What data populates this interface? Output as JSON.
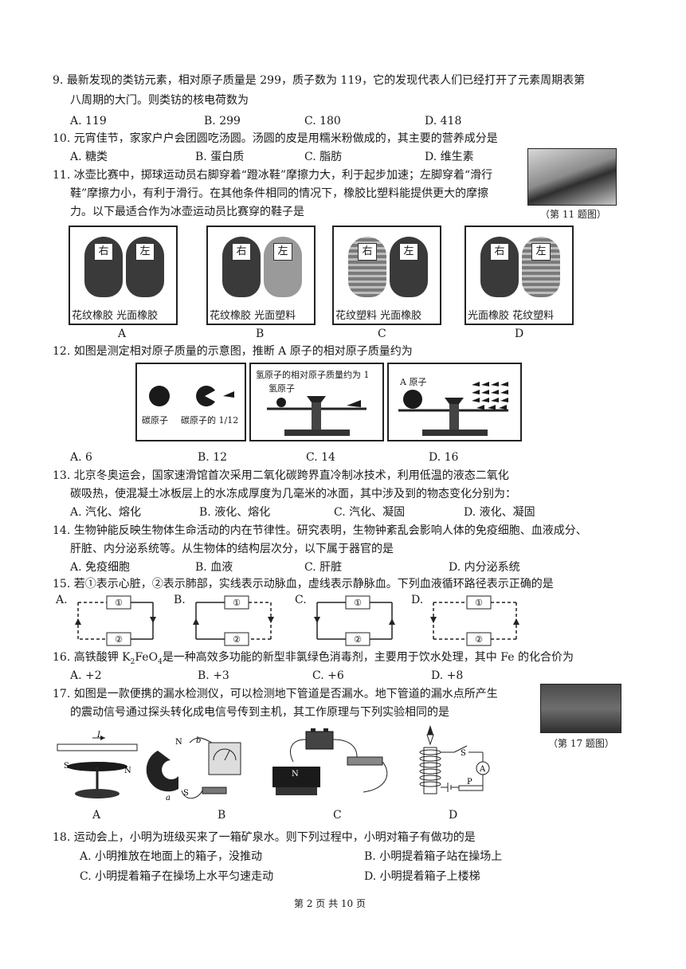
{
  "q9": {
    "line1": "9. 最新发现的类钫元素，相对原子质量是 299，质子数为 119，它的发现代表人们已经打开了元素周期表第",
    "line2": "八周期的大门。则类钫的核电荷数为",
    "options": [
      "A. 119",
      "B. 299",
      "C. 180",
      "D. 418"
    ]
  },
  "q10": {
    "line1": "10. 元宵佳节，家家户户会团圆吃汤圆。汤圆的皮是用糯米粉做成的，其主要的营养成分是",
    "options": [
      "A. 糖类",
      "B. 蛋白质",
      "C. 脂肪",
      "D. 维生素"
    ]
  },
  "q11": {
    "line1": "11. 冰壶比赛中，掷球运动员右脚穿着“蹬冰鞋”摩擦力大，利于起步加速；左脚穿着“滑行",
    "line2": "鞋”摩擦力小，有利于滑行。在其他条件相同的情况下，橡胶比塑料能提供更大的摩擦",
    "line3": "力。以下最适合作为冰壶运动员比赛穿的鞋子是",
    "fig_caption": "（第 11 题图）",
    "right_tag": "右",
    "left_tag": "左",
    "choices": [
      {
        "caption": "花纹橡胶  光面橡胶",
        "letter": "A"
      },
      {
        "caption": "花纹橡胶  光面塑料",
        "letter": "B"
      },
      {
        "caption": "花纹塑料  光面橡胶",
        "letter": "C"
      },
      {
        "caption": "光面橡胶  花纹塑料",
        "letter": "D"
      }
    ]
  },
  "q12": {
    "line1": "12. 如图是测定相对原子质量的示意图，推断 A 原子的相对原子质量约为",
    "carbon_atom": "碳原子",
    "carbon_fraction": "碳原子的 1/12",
    "hydrogen_title": "氢原子的相对原子质量约为 1",
    "hydrogen_atom": "氢原子",
    "a_atom": "A 原子",
    "options": [
      "A. 6",
      "B. 12",
      "C. 14",
      "D. 16"
    ]
  },
  "q13": {
    "line1": "13. 北京冬奥运会，国家速滑馆首次采用二氧化碳跨界直冷制冰技术，利用低温的液态二氧化",
    "line2": "碳吸热，使混凝土冰板层上的水冻成厚度为几毫米的冰面，其中涉及到的物态变化分别为：",
    "options": [
      "A. 汽化、熔化",
      "B. 液化、熔化",
      "C. 汽化、凝固",
      "D. 液化、凝固"
    ]
  },
  "q14": {
    "line1": "14. 生物钟能反映生物体生命活动的内在节律性。研究表明，生物钟紊乱会影响人体的免疫细胞、血液成分、",
    "line2": "肝脏、内分泌系统等。从生物体的结构层次分，以下属于器官的是",
    "options": [
      "A. 免疫细胞",
      "B. 血液",
      "C. 肝脏",
      "D. 内分泌系统"
    ]
  },
  "q15": {
    "line1": "15. 若①表示心脏，②表示肺部，实线表示动脉血，虚线表示静脉血。下列血液循环路径表示正确的是",
    "letters": [
      "A.",
      "B.",
      "C.",
      "D."
    ],
    "heart": "①",
    "lung": "②"
  },
  "q16": {
    "line1_pre": "16. 高铁酸钾 K",
    "line1_mid": "FeO",
    "line1_post": "是一种高效多功能的新型非氯绿色消毒剂，主要用于饮水处理，其中 Fe 的化合价为",
    "sub2": "2",
    "sub4": "4",
    "options": [
      "A. +2",
      "B. +3",
      "C. +6",
      "D. +8"
    ]
  },
  "q17": {
    "line1": "17. 如图是一款便携的漏水检测仪，可以检测地下管道是否漏水。地下管道的漏水点所产生",
    "line2": "的震动信号通过探头转化成电信号传到主机，其工作原理与下列实验相同的是",
    "fig_caption": "（第 17 题图）",
    "letters": [
      "A",
      "B",
      "C",
      "D"
    ],
    "label_I": "I",
    "label_S": "S",
    "label_N": "N",
    "label_a": "a",
    "label_b": "b",
    "label_P": "P",
    "label_A": "A"
  },
  "q18": {
    "line1": "18. 运动会上，小明为班级买来了一箱矿泉水。则下列过程中，小明对箱子有做功的是",
    "options": [
      "A. 小明推放在地面上的箱子，没推动",
      "B. 小明提着箱子站在操场上",
      "C. 小明提着箱子在操场上水平匀速走动",
      "D. 小明提着箱子上楼梯"
    ]
  },
  "footer": "第 2 页 共 10 页"
}
